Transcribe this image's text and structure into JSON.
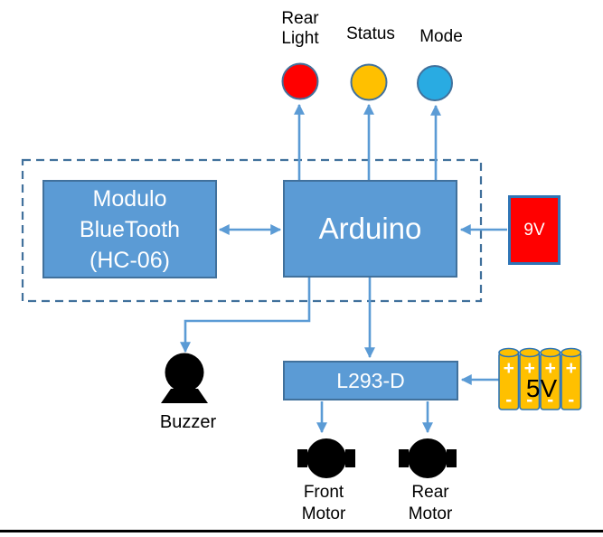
{
  "diagram": {
    "leds": [
      {
        "label": "Rear Light",
        "color": "#FF0000"
      },
      {
        "label": "Status",
        "color": "#FFC000"
      },
      {
        "label": "Mode",
        "color": "#29ABE2"
      }
    ],
    "blocks": {
      "bluetooth": {
        "line1": "Modulo",
        "line2": "BlueTooth",
        "line3": "(HC-06)"
      },
      "arduino": {
        "label": "Arduino"
      },
      "l293d": {
        "label": "L293-D"
      }
    },
    "power": {
      "battery_9v": {
        "label": "9V",
        "color": "#FF0000"
      },
      "battery_5v": {
        "label": "5V",
        "color": "#FFC000",
        "plus": "+",
        "minus": "-"
      }
    },
    "peripherals": {
      "buzzer": {
        "label": "Buzzer"
      },
      "front_motor": {
        "label": "Front Motor"
      },
      "rear_motor": {
        "label": "Rear Motor"
      }
    },
    "colors": {
      "block_fill": "#5B9BD5",
      "block_border": "#41719C",
      "arrow": "#5B9BD5",
      "dashed_boundary": "#41719C",
      "battery_border": "#2E75B6",
      "shape_black": "#000000"
    }
  }
}
